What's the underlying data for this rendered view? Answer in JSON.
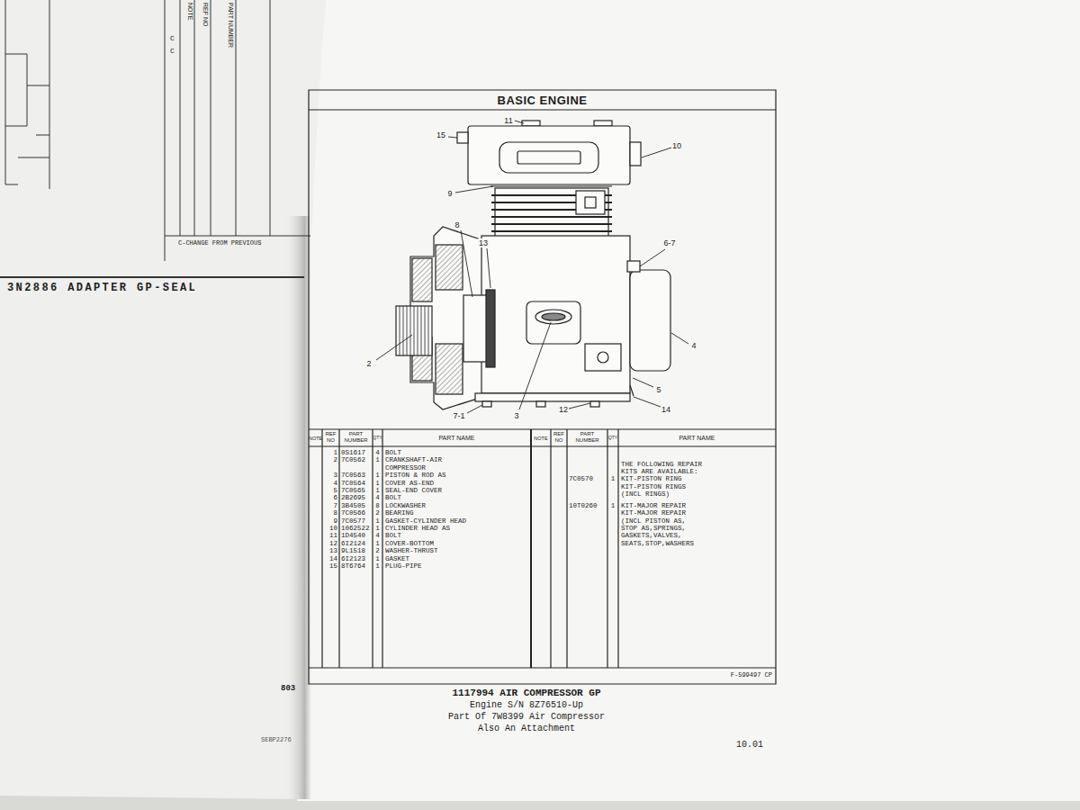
{
  "diagram": {
    "title": "BASIC ENGINE",
    "labels": [
      "NOTE",
      "REF NO",
      "PART NUMBER",
      "C",
      "C",
      "C-CHANGE FROM PREVIOUS",
      "3N2886 ADAPTER GP-SEAL",
      "11",
      "15",
      "10",
      "9",
      "8",
      "13",
      "6-7",
      "4",
      "2",
      "5",
      "14",
      "7-1",
      "3",
      "12",
      "NOTE",
      "REF NO",
      "PART NUMBER",
      "QTY",
      "PART NAME",
      "NOTE",
      "REF NO",
      "PART NUMBER",
      "QTY",
      "PART NAME",
      "1",
      "0S1617",
      "4",
      "BOLT",
      "2",
      "7C0562",
      "1",
      "CRANKSHAFT-AIR",
      "COMPRESSOR",
      "3",
      "7C0563",
      "1",
      "PISTON & ROD AS",
      "4",
      "7C0564",
      "1",
      "COVER AS-END",
      "5",
      "7C0565",
      "1",
      "SEAL-END COVER",
      "6",
      "2B2695",
      "4",
      "BOLT",
      "7",
      "3B4505",
      "8",
      "LOCKWASHER",
      "8",
      "7C0566",
      "2",
      "BEARING",
      "9",
      "7C0577",
      "1",
      "GASKET-CYLINDER HEAD",
      "10",
      "1062522",
      "1",
      "CYLINDER HEAD AS",
      "11",
      "1D4540",
      "4",
      "BOLT",
      "12",
      "6I2124",
      "1",
      "COVER-BOTTOM",
      "13",
      "9L1518",
      "2",
      "WASHER-THRUST",
      "14",
      "6I2123",
      "1",
      "GASKET",
      "15",
      "8T6764",
      "1",
      "PLUG-PIPE",
      "THE FOLLOWING REPAIR",
      "KITS ARE AVAILABLE:",
      "7C0570",
      "1",
      "KIT-PISTON RING",
      "KIT-PISTON RINGS",
      "(INCL RINGS)",
      "10T0260",
      "1",
      "KIT-MAJOR REPAIR",
      "KIT-MAJOR REPAIR",
      "(INCL PISTON AS,",
      "STOP AS,SPRINGS,",
      "GASKETS,VALVES,",
      "SEATS,STOP,WASHERS",
      "F-599497 CP",
      "803",
      "1117994 AIR COMPRESSOR GP",
      "Engine S/N 8Z76510-Up",
      "Part Of 7W8399 Air Compressor",
      "Also An Attachment",
      "SEBP2276",
      "10.01"
    ]
  }
}
